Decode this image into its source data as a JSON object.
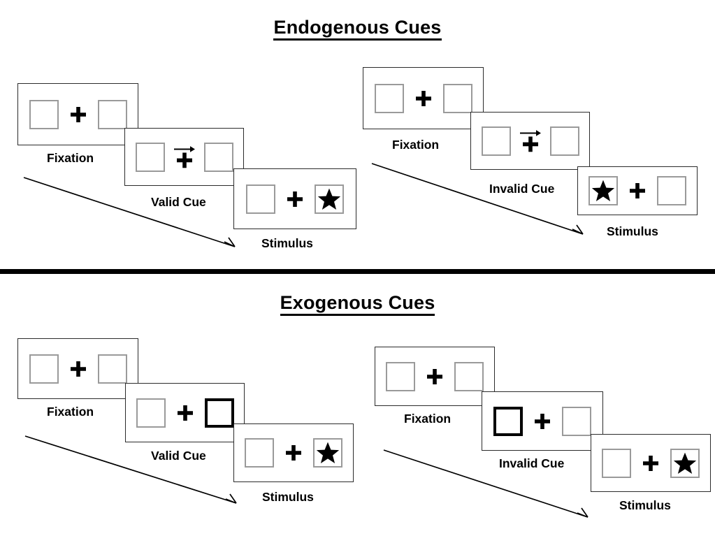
{
  "figure": {
    "kind": "posner-cueing-paradigm-diagram",
    "background": "#ffffff",
    "ink": "#000000",
    "slot_border_color": "#9a9a9a",
    "cued_slot_border_color": "#000000",
    "frame_border_color": "#2b2b2b"
  },
  "sections": [
    {
      "id": "endogenous",
      "title": "Endogenous Cues",
      "sequences": [
        {
          "id": "endogenous-valid",
          "cue_label": "Valid Cue",
          "frames": [
            {
              "label": "Fixation",
              "left_slot": "empty",
              "right_slot": "empty",
              "center": "plus",
              "arrow": "none"
            },
            {
              "label": "Valid Cue",
              "left_slot": "empty",
              "right_slot": "empty",
              "center": "plus",
              "arrow": "right"
            },
            {
              "label": "Stimulus",
              "left_slot": "empty",
              "right_slot": "star",
              "center": "plus",
              "arrow": "none"
            }
          ]
        },
        {
          "id": "endogenous-invalid",
          "cue_label": "Invalid Cue",
          "frames": [
            {
              "label": "Fixation",
              "left_slot": "empty",
              "right_slot": "empty",
              "center": "plus",
              "arrow": "none"
            },
            {
              "label": "Invalid Cue",
              "left_slot": "empty",
              "right_slot": "empty",
              "center": "plus",
              "arrow": "right"
            },
            {
              "label": "Stimulus",
              "left_slot": "star",
              "right_slot": "empty",
              "center": "plus",
              "arrow": "none"
            }
          ]
        }
      ]
    },
    {
      "id": "exogenous",
      "title": "Exogenous Cues",
      "sequences": [
        {
          "id": "exogenous-valid",
          "cue_label": "Valid Cue",
          "frames": [
            {
              "label": "Fixation",
              "left_slot": "empty",
              "right_slot": "empty",
              "center": "plus",
              "arrow": "none"
            },
            {
              "label": "Valid Cue",
              "left_slot": "empty",
              "right_slot": "cued",
              "center": "plus",
              "arrow": "none"
            },
            {
              "label": "Stimulus",
              "left_slot": "empty",
              "right_slot": "star",
              "center": "plus",
              "arrow": "none"
            }
          ]
        },
        {
          "id": "exogenous-invalid",
          "cue_label": "Invalid Cue",
          "frames": [
            {
              "label": "Fixation",
              "left_slot": "empty",
              "right_slot": "empty",
              "center": "plus",
              "arrow": "none"
            },
            {
              "label": "Invalid Cue",
              "left_slot": "cued",
              "right_slot": "empty",
              "center": "plus",
              "arrow": "none"
            },
            {
              "label": "Stimulus",
              "left_slot": "empty",
              "right_slot": "star",
              "center": "plus",
              "arrow": "none"
            }
          ]
        }
      ]
    }
  ],
  "labels": {
    "endogenous_title": "Endogenous Cues",
    "exogenous_title": "Exogenous Cues",
    "fixation": "Fixation",
    "valid_cue": "Valid Cue",
    "invalid_cue": "Invalid Cue",
    "stimulus": "Stimulus"
  },
  "icons": {
    "fixation_cross": "plus-icon",
    "cue_arrow": "arrow-right-icon",
    "target": "star-icon"
  }
}
